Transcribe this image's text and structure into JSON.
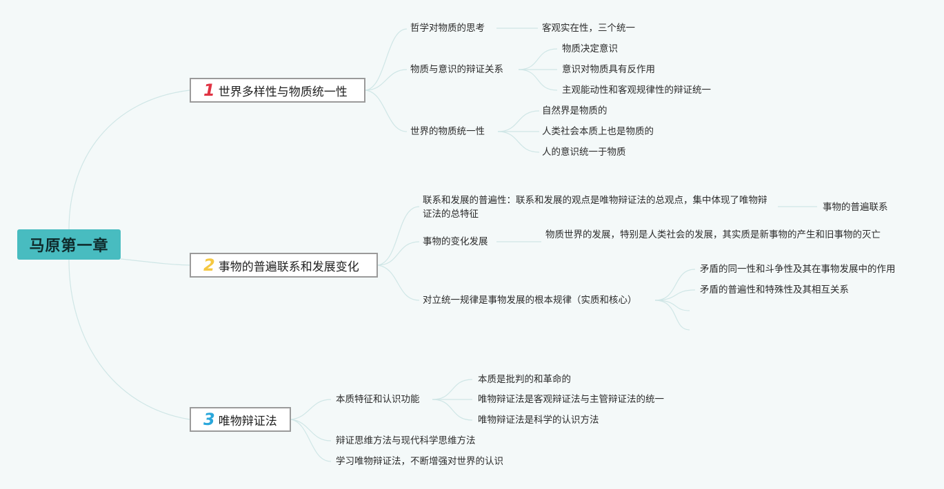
{
  "root": {
    "title": "马原第一章"
  },
  "branches": [
    {
      "number": "1",
      "title": "世界多样性与物质统一性",
      "children": [
        {
          "label": "哲学对物质的思考",
          "children": [
            "客观实在性，三个统一"
          ]
        },
        {
          "label": "物质与意识的辩证关系",
          "children": [
            "物质决定意识",
            "意识对物质具有反作用",
            "主观能动性和客观规律性的辩证统一"
          ]
        },
        {
          "label": "世界的物质统一性",
          "children": [
            "自然界是物质的",
            "人类社会本质上也是物质的",
            "人的意识统一于物质"
          ]
        }
      ]
    },
    {
      "number": "2",
      "title": "事物的普遍联系和发展变化",
      "children": [
        {
          "label": "联系和发展的普遍性：联系和发展的观点是唯物辩证法的总观点，集中体现了唯物辩证法的总特征",
          "children": [
            "事物的普遍联系"
          ]
        },
        {
          "label": "事物的变化发展",
          "children": [
            "物质世界的发展，特别是人类社会的发展，其实质是新事物的产生和旧事物的灭亡"
          ]
        },
        {
          "label": "对立统一规律是事物发展的根本规律（实质和核心）",
          "children": [
            "矛盾的同一性和斗争性及其在事物发展中的作用",
            "矛盾的普遍性和特殊性及其相互关系",
            "",
            ""
          ]
        }
      ]
    },
    {
      "number": "3",
      "title": "唯物辩证法",
      "children": [
        {
          "label": "本质特征和认识功能",
          "children": [
            "本质是批判的和革命的",
            "唯物辩证法是客观辩证法与主管辩证法的统一",
            "唯物辩证法是科学的认识方法"
          ]
        },
        {
          "label": "辩证思维方法与现代科学思维方法",
          "children": []
        },
        {
          "label": "学习唯物辩证法，不断增强对世界的认识",
          "children": []
        }
      ]
    }
  ],
  "colors": {
    "background": "#f4f9f9",
    "root_fill": "#48bcc0",
    "connector": "#cfe6e6",
    "number_1": "#e03343",
    "number_2": "#f5c842",
    "number_3": "#2aa7db"
  }
}
